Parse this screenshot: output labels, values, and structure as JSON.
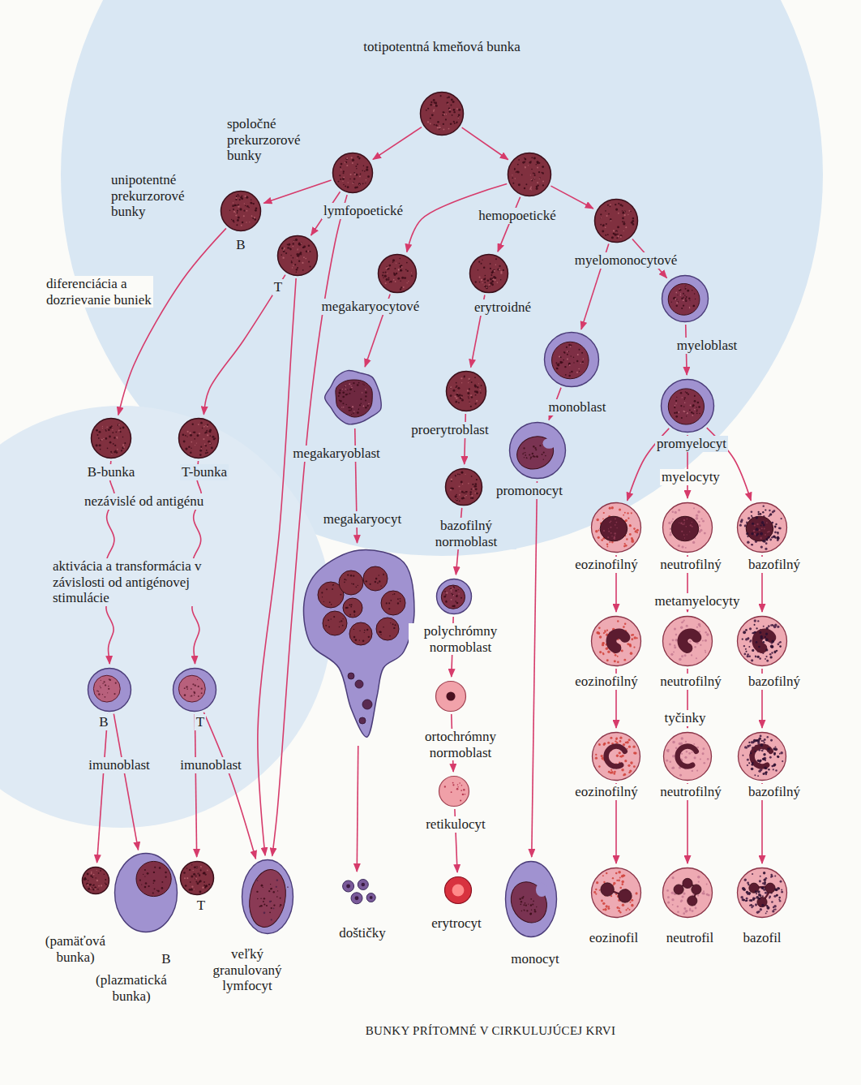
{
  "diagram": {
    "caption": "BUNKY PRÍTOMNÉ V CIRKULUJÚCEJ KRVI",
    "nodes": [
      {
        "text": [
          "totipotentná kmeňová bunka"
        ]
      },
      {
        "text": [
          "lymfopoetické"
        ]
      },
      {
        "text": [
          "hemopoetické"
        ]
      },
      {
        "text": [
          "B"
        ]
      },
      {
        "text": [
          "myelomonocytové"
        ]
      },
      {
        "text": [
          "T"
        ]
      },
      {
        "text": [
          "megakaryocytové"
        ]
      },
      {
        "text": [
          "erytroidné"
        ]
      },
      {
        "text": [
          "myeloblast"
        ]
      },
      {
        "text": [
          "monoblast"
        ]
      },
      {
        "text": [
          "proerytroblast"
        ]
      },
      {
        "text": [
          "megakaryoblast"
        ]
      },
      {
        "text": [
          "promyelocyt"
        ]
      },
      {
        "text": [
          "B-bunka"
        ]
      },
      {
        "text": [
          "T-bunka"
        ]
      },
      {
        "text": [
          "promonocyt"
        ]
      },
      {
        "text": [
          "bazofilný normoblast"
        ]
      },
      {
        "text": [
          "eozinofilný"
        ]
      },
      {
        "text": [
          "neutrofilný"
        ]
      },
      {
        "text": [
          "bazofilný"
        ]
      },
      {
        "text": [
          "megakaryocyt"
        ]
      },
      {
        "text": [
          "polychrómny normoblast"
        ]
      },
      {
        "text": [
          "eozinofilný"
        ]
      },
      {
        "text": [
          "neutrofilný"
        ]
      },
      {
        "text": [
          "bazofilný"
        ]
      },
      {
        "text": [
          "B",
          "imunoblast"
        ]
      },
      {
        "text": [
          "T",
          "imunoblast"
        ]
      },
      {
        "text": [
          "ortochrómny normoblast"
        ]
      },
      {
        "text": [
          "eozinofilný"
        ]
      },
      {
        "text": [
          "neutrofilný"
        ]
      },
      {
        "text": [
          "bazofilný"
        ]
      },
      {
        "text": [
          "retikulocyt"
        ]
      },
      {
        "text": [
          "(pamäťová bunka)"
        ]
      },
      {
        "text": [
          "B",
          "(plazmatická bunka)"
        ]
      },
      {
        "text": [
          "T"
        ]
      },
      {
        "text": [
          "veľký granulovaný lymfocyt"
        ]
      },
      {
        "text": [
          "doštičky"
        ]
      },
      {
        "text": [
          "erytrocyt"
        ]
      },
      {
        "text": [
          "monocyt"
        ]
      },
      {
        "text": [
          "eozinofil"
        ]
      },
      {
        "text": [
          "neutrofil"
        ]
      },
      {
        "text": [
          "bazofil"
        ]
      }
    ],
    "edges": [
      {
        "from": 0,
        "to": 1,
        "arrow": "to"
      },
      {
        "from": 0,
        "to": 2,
        "arrow": "to"
      },
      {
        "from": 1,
        "to": 3,
        "arrow": "to"
      },
      {
        "from": 1,
        "to": 5,
        "arrow": "to"
      },
      {
        "from": 1,
        "to": 35,
        "arrow": "to"
      },
      {
        "from": 2,
        "to": 6,
        "arrow": "to"
      },
      {
        "from": 2,
        "to": 7,
        "arrow": "to"
      },
      {
        "from": 2,
        "to": 4,
        "arrow": "to"
      },
      {
        "from": 3,
        "to": 13,
        "arrow": "to"
      },
      {
        "from": 5,
        "to": 14,
        "arrow": "to"
      },
      {
        "from": 5,
        "to": 35,
        "arrow": "to"
      },
      {
        "from": 4,
        "to": 8,
        "arrow": "to"
      },
      {
        "from": 4,
        "to": 9,
        "arrow": "to"
      },
      {
        "from": 6,
        "to": 11,
        "arrow": "to"
      },
      {
        "from": 11,
        "to": 20,
        "arrow": "to"
      },
      {
        "from": 20,
        "to": 36,
        "arrow": "to"
      },
      {
        "from": 7,
        "to": 10,
        "arrow": "to"
      },
      {
        "from": 10,
        "to": 16,
        "arrow": "to"
      },
      {
        "from": 16,
        "to": 21,
        "arrow": "to"
      },
      {
        "from": 21,
        "to": 27,
        "arrow": "to"
      },
      {
        "from": 27,
        "to": 31,
        "arrow": "to"
      },
      {
        "from": 31,
        "to": 37,
        "arrow": "to"
      },
      {
        "from": 9,
        "to": 15,
        "arrow": "to"
      },
      {
        "from": 15,
        "to": 38,
        "arrow": "to"
      },
      {
        "from": 8,
        "to": 12,
        "arrow": "to"
      },
      {
        "from": 12,
        "to": 17,
        "arrow": "to"
      },
      {
        "from": 12,
        "to": 18,
        "arrow": "to"
      },
      {
        "from": 12,
        "to": 19,
        "arrow": "to"
      },
      {
        "from": 17,
        "to": 22,
        "arrow": "to"
      },
      {
        "from": 18,
        "to": 23,
        "arrow": "to"
      },
      {
        "from": 19,
        "to": 24,
        "arrow": "to"
      },
      {
        "from": 22,
        "to": 28,
        "arrow": "to"
      },
      {
        "from": 23,
        "to": 29,
        "arrow": "to"
      },
      {
        "from": 24,
        "to": 30,
        "arrow": "to"
      },
      {
        "from": 28,
        "to": 39,
        "arrow": "to"
      },
      {
        "from": 29,
        "to": 40,
        "arrow": "to"
      },
      {
        "from": 30,
        "to": 41,
        "arrow": "to"
      },
      {
        "from": 13,
        "to": 25,
        "arrow": "to"
      },
      {
        "from": 14,
        "to": 26,
        "arrow": "to"
      },
      {
        "from": 25,
        "to": 32,
        "arrow": "to"
      },
      {
        "from": 25,
        "to": 33,
        "arrow": "to"
      },
      {
        "from": 26,
        "to": 34,
        "arrow": "to"
      },
      {
        "from": 26,
        "to": 35,
        "arrow": "to"
      }
    ],
    "labels": [
      "spoločné prekurzorové bunky",
      "unipotentné prekurzorové bunky",
      "diferenciácia a dozrievanie buniek",
      "nezávislé od antigénu",
      "aktivácia a transformácia v závislosti od antigénovej stimulácie",
      "myelocyty",
      "metamyelocyty",
      "tyčinky"
    ]
  }
}
